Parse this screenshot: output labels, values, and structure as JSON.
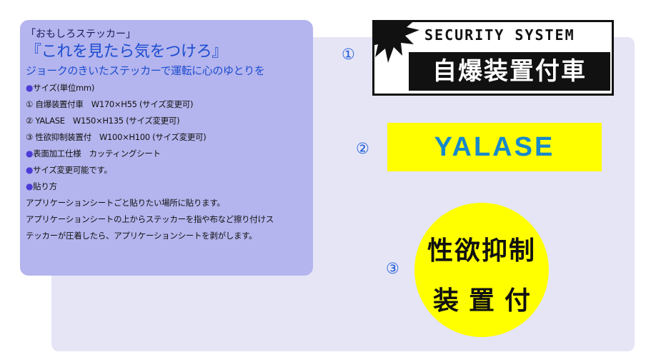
{
  "info": {
    "title": "「おもしろステッカー」",
    "catch": "『これを見たら気をつけろ』",
    "subtitle": "ジョークのきいたステッカーで運転に心のゆとりを",
    "size_heading": "サイズ(単位mm)",
    "size_items": [
      "① 自爆装置付車　W170×H55 (サイズ変更可)",
      "② YALASE　W150×H135 (サイズ変更可)",
      "③ 性欲抑制装置付　W100×H100 (サイズ変更可)"
    ],
    "finish": "表面加工仕様　カッティングシート",
    "size_change": "サイズ変更可能です。",
    "apply_heading": "貼り方",
    "apply_lines": [
      "アプリケーションシートごと貼りたい場所に貼ります。",
      "アプリケーションシートの上からステッカーを指や布など擦り付けス",
      "テッカーが圧着したら、アプリケーションシートを剥がします。"
    ],
    "bullet": "●"
  },
  "stickers": {
    "one": {
      "number": "①",
      "top_text": "SECURITY SYSTEM",
      "bottom_text": "自爆装置付車"
    },
    "two": {
      "number": "②",
      "text": "YALASE"
    },
    "three": {
      "number": "③",
      "line1": "性欲抑制",
      "line2": "装置付"
    }
  },
  "colors": {
    "panel_bg": "#e5e5f6",
    "info_bg": "#b4b4ee",
    "accent_blue": "#1c4dd0",
    "sticker_yellow": "#ffff00",
    "yalase_blue": "#1788ca"
  }
}
